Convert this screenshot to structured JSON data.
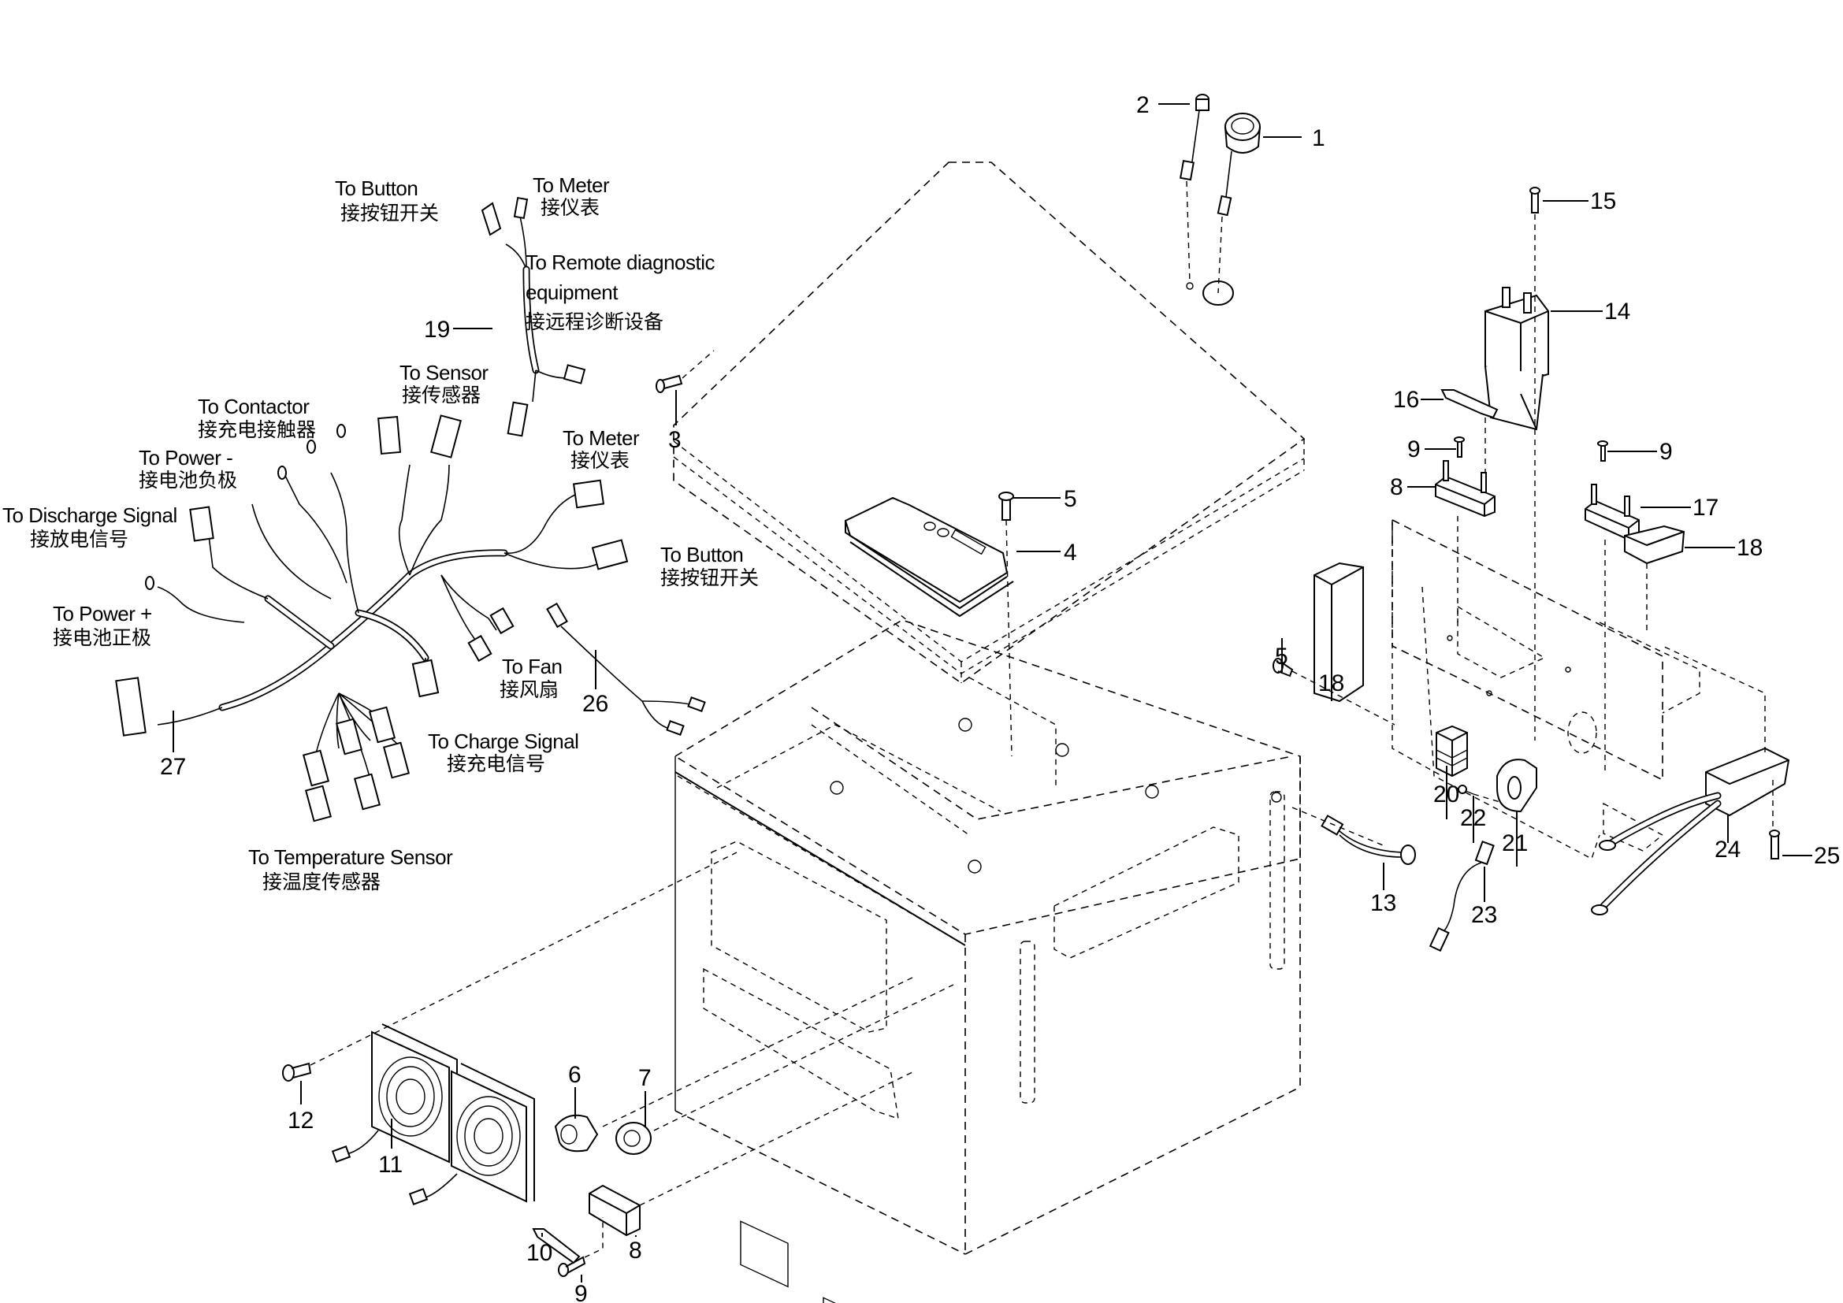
{
  "figure": {
    "type": "exploded-parts-diagram",
    "subject": "Battery/controller enclosure assembly with wiring harness"
  },
  "parts": [
    {
      "id": "p1",
      "number": "1"
    },
    {
      "id": "p2",
      "number": "2"
    },
    {
      "id": "p3",
      "number": "3"
    },
    {
      "id": "p4",
      "number": "4"
    },
    {
      "id": "p5a",
      "number": "5"
    },
    {
      "id": "p5b",
      "number": "5"
    },
    {
      "id": "p6",
      "number": "6"
    },
    {
      "id": "p7",
      "number": "7"
    },
    {
      "id": "p8a",
      "number": "8"
    },
    {
      "id": "p8b",
      "number": "8"
    },
    {
      "id": "p9a",
      "number": "9"
    },
    {
      "id": "p9b",
      "number": "9"
    },
    {
      "id": "p9c",
      "number": "9"
    },
    {
      "id": "p10",
      "number": "10"
    },
    {
      "id": "p11",
      "number": "11"
    },
    {
      "id": "p12",
      "number": "12"
    },
    {
      "id": "p13",
      "number": "13"
    },
    {
      "id": "p14",
      "number": "14"
    },
    {
      "id": "p15",
      "number": "15"
    },
    {
      "id": "p16",
      "number": "16"
    },
    {
      "id": "p17",
      "number": "17"
    },
    {
      "id": "p18a",
      "number": "18"
    },
    {
      "id": "p18b",
      "number": "18"
    },
    {
      "id": "p19",
      "number": "19"
    },
    {
      "id": "p20",
      "number": "20"
    },
    {
      "id": "p21",
      "number": "21"
    },
    {
      "id": "p22",
      "number": "22"
    },
    {
      "id": "p23",
      "number": "23"
    },
    {
      "id": "p24",
      "number": "24"
    },
    {
      "id": "p25",
      "number": "25"
    },
    {
      "id": "p26",
      "number": "26"
    },
    {
      "id": "p27",
      "number": "27"
    }
  ],
  "harness_labels": [
    {
      "id": "to-button-top",
      "en": "To Button",
      "zh": "接按钮开关"
    },
    {
      "id": "to-meter-top",
      "en": "To Meter",
      "zh": "接仪表"
    },
    {
      "id": "to-remote-diag",
      "en": "To Remote diagnostic",
      "en2": "equipment",
      "zh": "接远程诊断设备"
    },
    {
      "id": "to-sensor",
      "en": "To Sensor",
      "zh": "接传感器"
    },
    {
      "id": "to-contactor",
      "en": "To Contactor",
      "zh": "接充电接触器"
    },
    {
      "id": "to-power-neg",
      "en": "To Power -",
      "zh": "接电池负极"
    },
    {
      "id": "to-discharge",
      "en": "To Discharge Signal",
      "zh": "接放电信号"
    },
    {
      "id": "to-meter-mid",
      "en": "To Meter",
      "zh": "接仪表"
    },
    {
      "id": "to-button-mid",
      "en": "To Button",
      "zh": "接按钮开关"
    },
    {
      "id": "to-power-pos",
      "en": "To Power +",
      "zh": "接电池正极"
    },
    {
      "id": "to-fan",
      "en": "To Fan",
      "zh": "接风扇"
    },
    {
      "id": "to-charge",
      "en": "To Charge Signal",
      "zh": "接充电信号"
    },
    {
      "id": "to-temp",
      "en": "To Temperature Sensor",
      "zh": "接温度传感器"
    }
  ]
}
